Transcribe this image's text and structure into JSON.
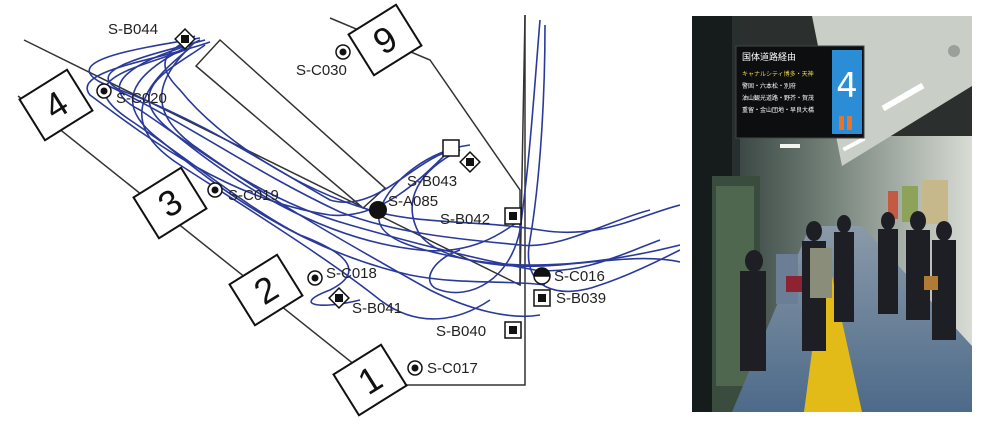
{
  "diagram": {
    "gates": [
      {
        "number": "9"
      },
      {
        "number": "4"
      },
      {
        "number": "3"
      },
      {
        "number": "2"
      },
      {
        "number": "1"
      }
    ],
    "sensors": [
      {
        "id": "S-B044",
        "kind": "square-diamond"
      },
      {
        "id": "S-C030",
        "kind": "circle"
      },
      {
        "id": "S-C020",
        "kind": "circle"
      },
      {
        "id": "S-C019",
        "kind": "circle"
      },
      {
        "id": "S-B043",
        "kind": "square-diamond"
      },
      {
        "id": "S-A085",
        "kind": "filled-circle"
      },
      {
        "id": "S-B042",
        "kind": "square"
      },
      {
        "id": "S-C018",
        "kind": "circle"
      },
      {
        "id": "S-C016",
        "kind": "half-circle"
      },
      {
        "id": "S-B039",
        "kind": "square"
      },
      {
        "id": "S-B041",
        "kind": "square-diamond"
      },
      {
        "id": "S-B040",
        "kind": "square"
      },
      {
        "id": "S-C017",
        "kind": "circle"
      }
    ],
    "trace_color": "#2a3a9a"
  },
  "photo": {
    "sign": {
      "line_name": "国体道路経由",
      "track_number": "4",
      "destinations": [
        "キャナルシティ博多・天神",
        "警固・六本松・別府",
        "油山観光道路・野芥・賀茂",
        "重留・金山団地・早良大橋"
      ]
    }
  }
}
